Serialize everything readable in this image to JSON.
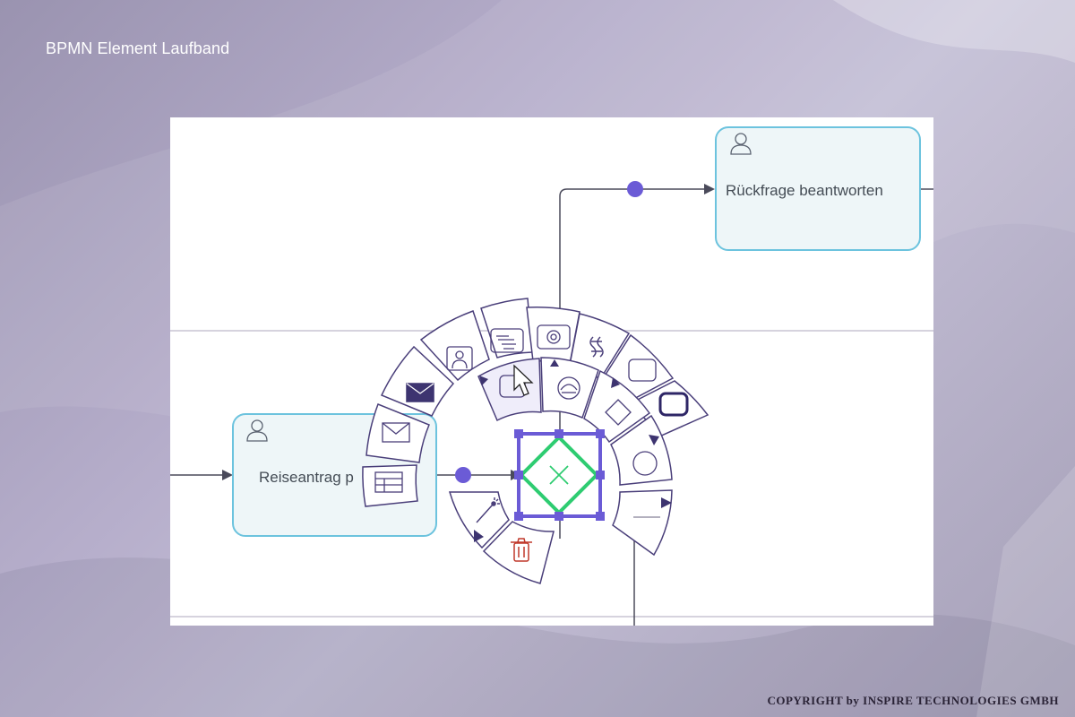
{
  "slide": {
    "title": "BPMN Element Laufband",
    "copyright": "COPYRIGHT by INSPIRE TECHNOLOGIES GMBH"
  },
  "diagram": {
    "tasks": [
      {
        "id": "task-rueckfrage",
        "label": "Rückfrage beantworten"
      },
      {
        "id": "task-reiseantrag",
        "label": "Reiseantrag p"
      }
    ],
    "gateway": {
      "type": "exclusive-gateway",
      "selected": true
    },
    "colors": {
      "accent": "#6b5bd6",
      "gateway": "#2ecc71",
      "task_fill": "#eef6f8",
      "task_border": "#6cc3de",
      "menu_stroke": "#4a3f7a",
      "delete": "#c0392b"
    }
  },
  "radial_menu": {
    "items": [
      {
        "icon": "data-object-icon"
      },
      {
        "icon": "message-throw-icon"
      },
      {
        "icon": "message-catch-icon"
      },
      {
        "icon": "user-task-icon"
      },
      {
        "icon": "manual-task-icon"
      },
      {
        "icon": "service-task-icon"
      },
      {
        "icon": "script-task-icon"
      },
      {
        "icon": "task-icon"
      },
      {
        "icon": "subprocess-icon"
      },
      {
        "icon": "sequence-task-icon"
      },
      {
        "icon": "timer-event-icon"
      },
      {
        "icon": "gateway-icon"
      },
      {
        "icon": "event-icon"
      },
      {
        "icon": "line-icon"
      },
      {
        "icon": "magic-wand-icon"
      },
      {
        "icon": "trash-icon"
      }
    ]
  }
}
